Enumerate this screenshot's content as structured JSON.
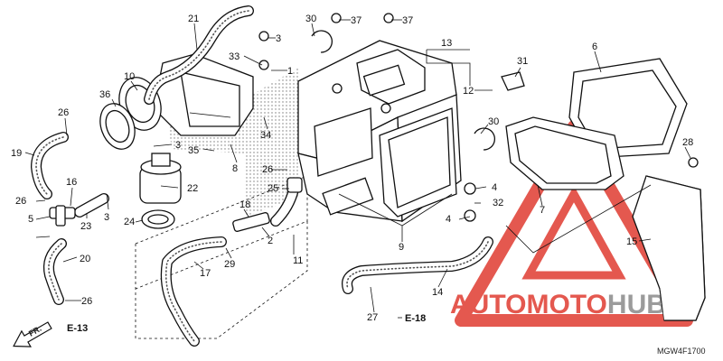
{
  "diagram_code": "MGW4F1700",
  "watermark": {
    "text_auto": "AUTO",
    "text_moto": "MOTO",
    "text_hub": "HUB",
    "color_red": "#e03c31",
    "color_gray": "#8a8a8a"
  },
  "refs": {
    "e13": "E-13",
    "e18": "E-18",
    "fr": "FR."
  },
  "callouts": [
    "21",
    "30",
    "37",
    "37",
    "13",
    "3",
    "33",
    "1",
    "31",
    "10",
    "36",
    "12",
    "6",
    "26",
    "34",
    "3",
    "35",
    "8",
    "30",
    "19",
    "22",
    "26",
    "28",
    "16",
    "5",
    "23",
    "3",
    "25",
    "4",
    "7",
    "26",
    "24",
    "18",
    "32",
    "4",
    "2",
    "20",
    "9",
    "15",
    "17",
    "29",
    "11",
    "26",
    "14",
    "27"
  ]
}
